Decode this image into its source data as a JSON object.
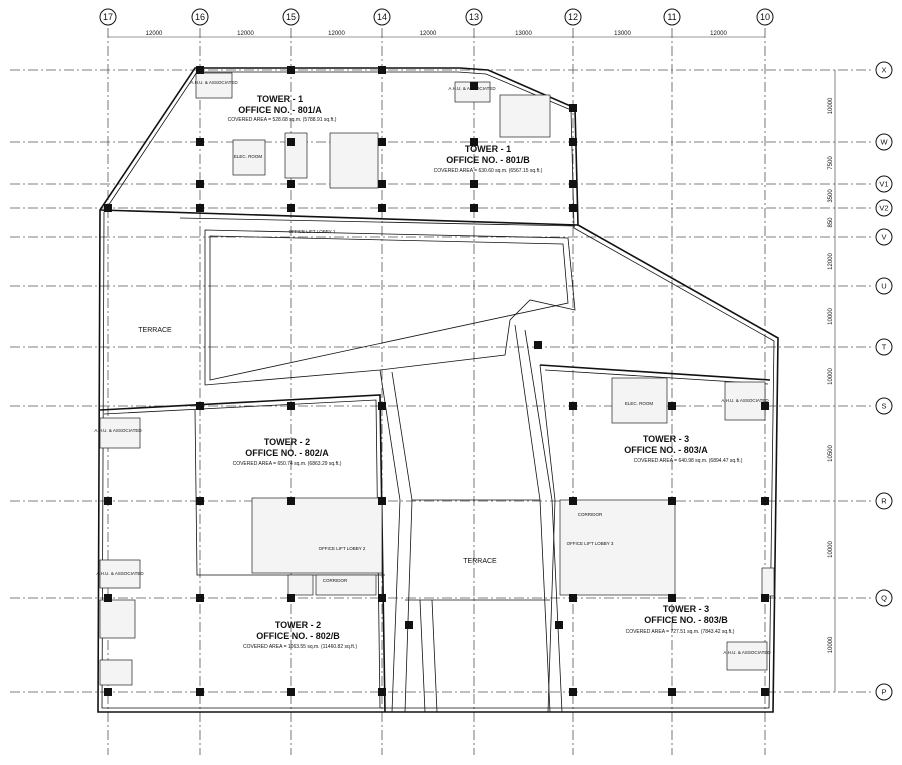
{
  "grid": {
    "columns": [
      "17",
      "16",
      "15",
      "14",
      "13",
      "12",
      "11",
      "10"
    ],
    "rows": [
      "X",
      "W",
      "V1",
      "V2",
      "V",
      "U",
      "T",
      "S",
      "R",
      "Q",
      "P"
    ],
    "top_dimensions": [
      "12000",
      "12000",
      "12000",
      "12000",
      "13000",
      "13000",
      "12000"
    ],
    "right_dimensions": [
      "10000",
      "7500",
      "3500",
      "850",
      "12000",
      "10000",
      "10000",
      "10500",
      "10000",
      "10000"
    ]
  },
  "units": [
    {
      "tower": "TOWER - 1",
      "office": "OFFICE NO. - 801/A",
      "area": "COVERED AREA = 528.68 sq.m. (5788.91 sq.ft.)"
    },
    {
      "tower": "TOWER - 1",
      "office": "OFFICE NO. - 801/B",
      "area": "COVERED AREA = 630.60 sq.m. (6567.15 sq.ft.)"
    },
    {
      "tower": "TOWER - 2",
      "office": "OFFICE NO. - 802/A",
      "area": "COVERED AREA = 650.74 sq.m. (6863.29 sq.ft.)"
    },
    {
      "tower": "TOWER - 2",
      "office": "OFFICE NO. - 802/B",
      "area": "COVERED AREA = 1063.55 sq.m. (11460.82 sq.ft.)"
    },
    {
      "tower": "TOWER - 3",
      "office": "OFFICE NO. - 803/A",
      "area": "COVERED AREA = 640.98 sq.m. (6894.47 sq.ft.)"
    },
    {
      "tower": "TOWER - 3",
      "office": "OFFICE NO. - 803/B",
      "area": "COVERED AREA = 727.51 sq.m. (7843.42 sq.ft.)"
    }
  ],
  "terraces": [
    "TERRACE",
    "TERRACE"
  ],
  "lobbies": [
    "OFFICE LIFT LOBBY 1",
    "OFFICE LIFT LOBBY 2",
    "OFFICE LIFT LOBBY 3"
  ],
  "misc_labels": {
    "ahu": "A.H.U. & ASSOCIATED",
    "elec": "ELEC. ROOM",
    "corridor": "CORRIDOR"
  }
}
